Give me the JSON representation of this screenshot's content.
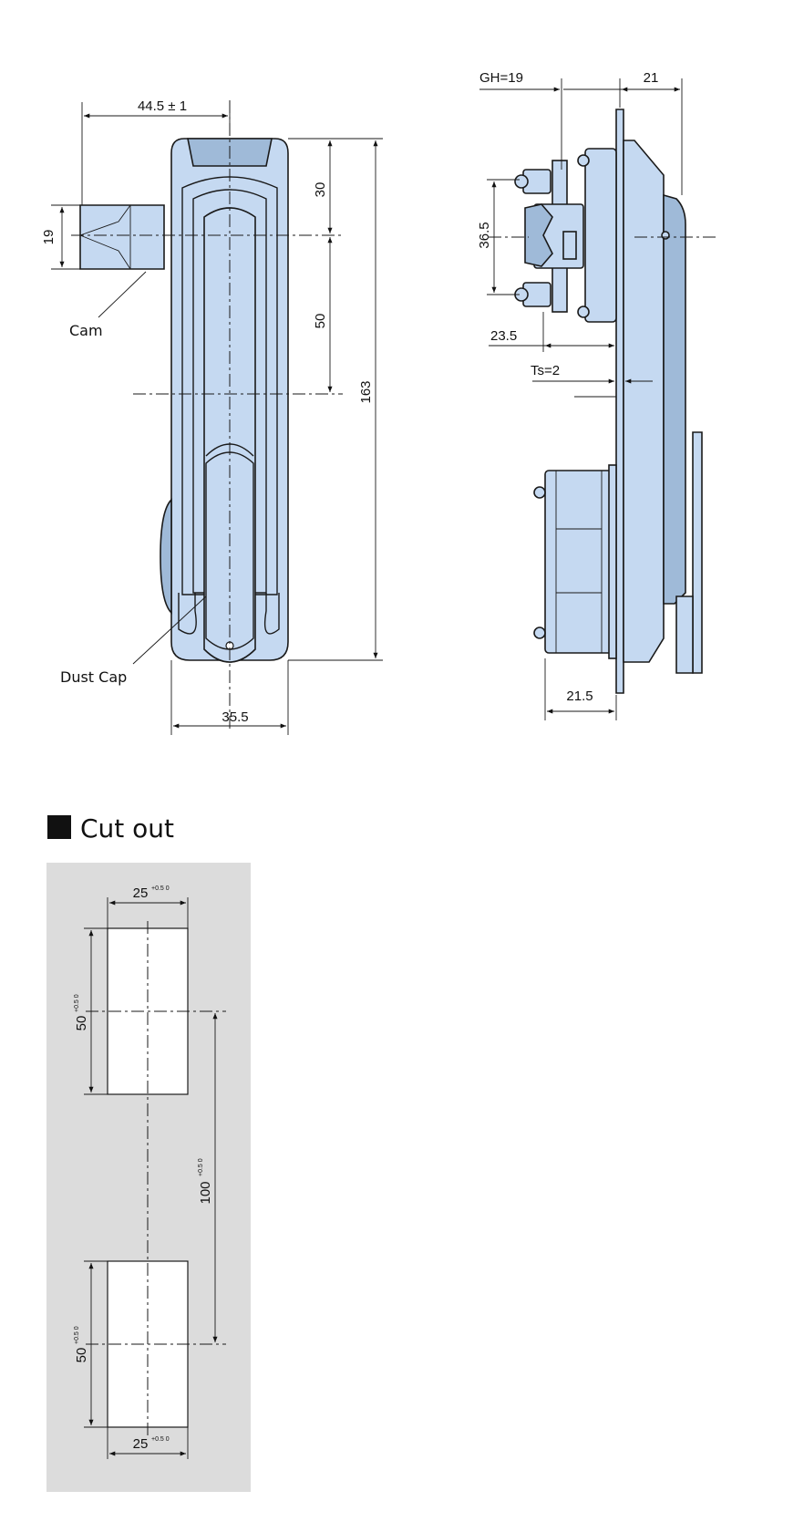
{
  "front_view": {
    "dims": {
      "cam_offset": "44.5 ± 1",
      "cam_width": "19",
      "top_to_cam": "30",
      "cam_to_center": "50",
      "total_height": "163",
      "body_width": "35.5"
    },
    "callouts": {
      "cam": "Cam",
      "dust_cap": "Dust Cap"
    }
  },
  "side_view": {
    "dims": {
      "gh": "GH=19",
      "depth": "21",
      "bolt_spacing": "36.5",
      "bracket_depth": "23.5",
      "ts": "Ts=2",
      "bottom_depth": "21.5"
    }
  },
  "cutout": {
    "title": "Cut out",
    "dims": {
      "top_width": "25",
      "top_width_tol": "+0.5 0",
      "top_height": "50",
      "top_height_tol": "+0.5 0",
      "spacing": "100",
      "spacing_tol": "+0.5 0",
      "bottom_height": "50",
      "bottom_height_tol": "+0.5 0",
      "bottom_width": "25",
      "bottom_width_tol": "+0.5 0"
    }
  },
  "colors": {
    "part_fill": "#c5d9f1",
    "panel_bg": "#dcdcdc"
  }
}
